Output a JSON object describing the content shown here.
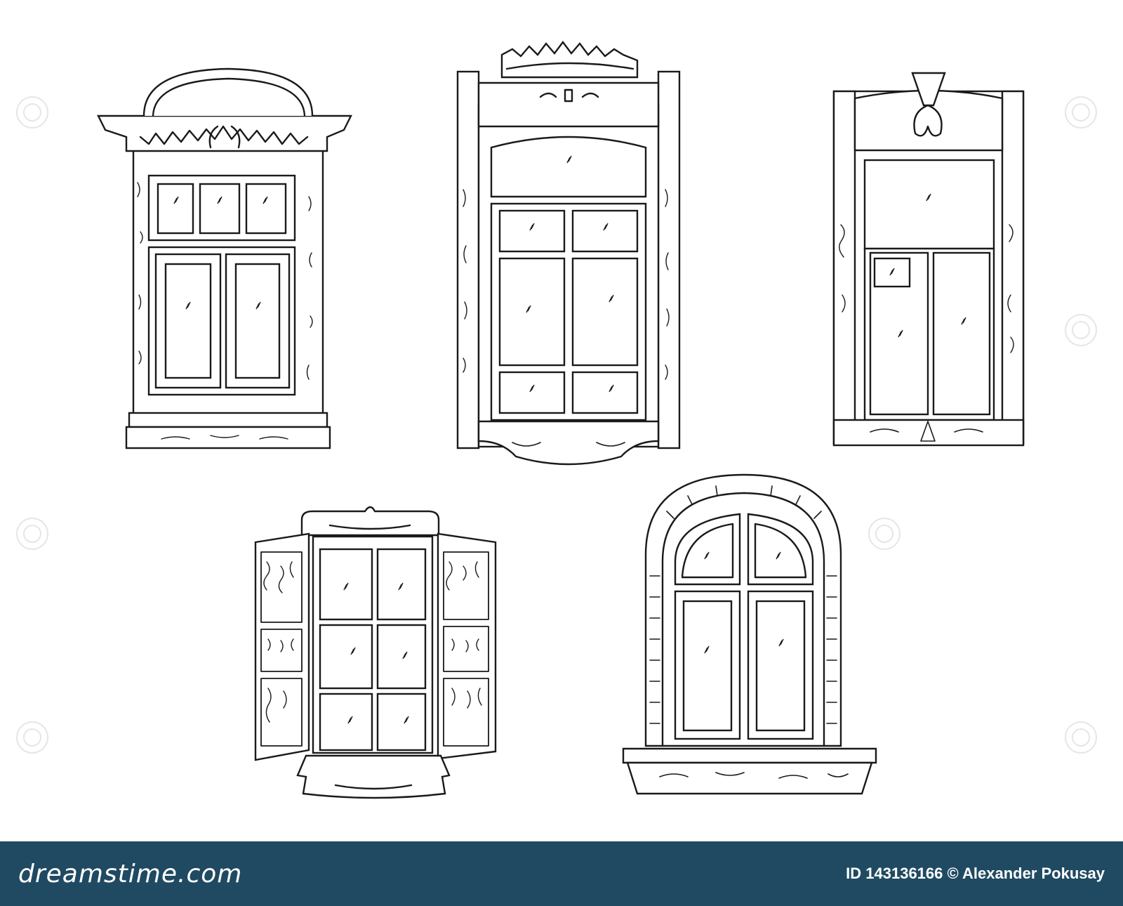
{
  "footer": {
    "brand": "dreamstime.com",
    "credit": "ID 143136166 © Alexander Pokusay"
  },
  "colors": {
    "footer_background": "#1f4a62",
    "ink": "#1a1a1a",
    "background": "#ffffff"
  },
  "illustrations": [
    "window-arched-pediment",
    "window-crown-cornice",
    "window-carved-top",
    "window-with-shutters",
    "window-round-arch-brick"
  ]
}
